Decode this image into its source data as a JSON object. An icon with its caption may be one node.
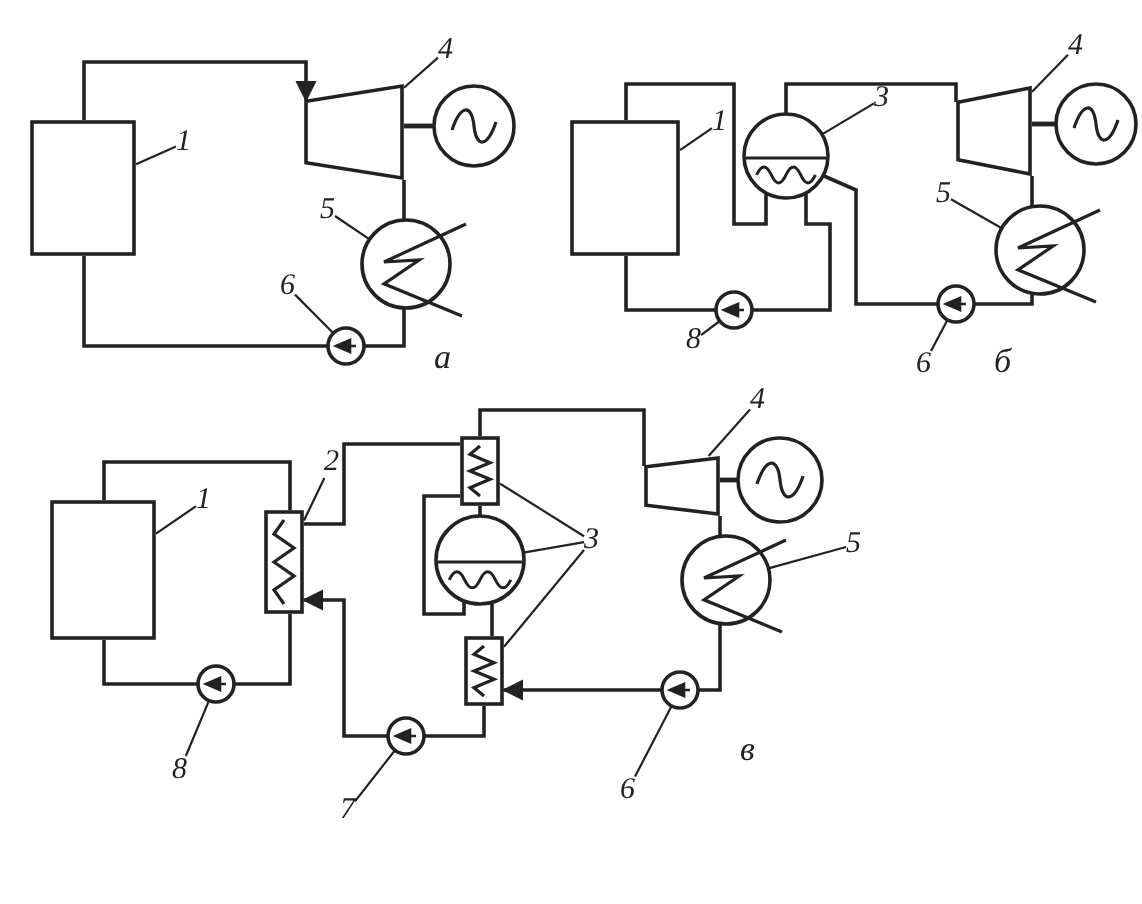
{
  "diagram": {
    "nodes": [
      {
        "text": [
          "1"
        ]
      },
      {
        "text": [],
        "shape": "box"
      },
      {
        "text": [
          "4"
        ]
      },
      {
        "text": [],
        "shape": "trapezoid"
      },
      {
        "text": [
          "5"
        ]
      },
      {
        "text": [],
        "shape": "circle"
      },
      {
        "text": [
          "6"
        ]
      },
      {
        "text": [],
        "shape": "circle"
      },
      {
        "text": [
          "1"
        ]
      },
      {
        "text": [],
        "shape": "box"
      },
      {
        "text": [
          "3"
        ]
      },
      {
        "text": [],
        "shape": "circle"
      },
      {
        "text": [
          "4"
        ]
      },
      {
        "text": [],
        "shape": "trapezoid"
      },
      {
        "text": [
          "5"
        ]
      },
      {
        "text": [],
        "shape": "circle"
      },
      {
        "text": [
          "8"
        ]
      },
      {
        "text": [],
        "shape": "circle"
      },
      {
        "text": [
          "6"
        ]
      },
      {
        "text": [],
        "shape": "circle"
      },
      {
        "text": [
          "1"
        ]
      },
      {
        "text": [],
        "shape": "box"
      },
      {
        "text": [
          "2"
        ]
      },
      {
        "text": [],
        "shape": "box"
      },
      {
        "text": [
          "3"
        ]
      },
      {
        "text": [],
        "shape": "box"
      },
      {
        "text": [],
        "shape": "circle"
      },
      {
        "text": [],
        "shape": "box"
      },
      {
        "text": [
          "4"
        ]
      },
      {
        "text": [],
        "shape": "trapezoid"
      },
      {
        "text": [
          "5"
        ]
      },
      {
        "text": [],
        "shape": "circle"
      },
      {
        "text": [
          "6"
        ]
      },
      {
        "text": [],
        "shape": "circle"
      },
      {
        "text": [
          "7"
        ]
      },
      {
        "text": [],
        "shape": "circle"
      },
      {
        "text": [
          "8"
        ]
      },
      {
        "text": [],
        "shape": "circle"
      },
      {
        "text": [],
        "shape": "circle"
      },
      {
        "text": [],
        "shape": "circle"
      },
      {
        "text": [],
        "shape": "circle"
      }
    ],
    "edges": [
      {
        "from": 0,
        "to": 1,
        "arrow": "none"
      },
      {
        "from": 2,
        "to": 3,
        "arrow": "none"
      },
      {
        "from": 4,
        "to": 5,
        "arrow": "none"
      },
      {
        "from": 6,
        "to": 7,
        "arrow": "none"
      },
      {
        "from": 8,
        "to": 9,
        "arrow": "none"
      },
      {
        "from": 10,
        "to": 11,
        "arrow": "none"
      },
      {
        "from": 12,
        "to": 13,
        "arrow": "none"
      },
      {
        "from": 14,
        "to": 15,
        "arrow": "none"
      },
      {
        "from": 16,
        "to": 17,
        "arrow": "none"
      },
      {
        "from": 18,
        "to": 19,
        "arrow": "none"
      },
      {
        "from": 20,
        "to": 21,
        "arrow": "none"
      },
      {
        "from": 22,
        "to": 23,
        "arrow": "none"
      },
      {
        "from": 24,
        "to": 25,
        "arrow": "none"
      },
      {
        "from": 24,
        "to": 26,
        "arrow": "none"
      },
      {
        "from": 24,
        "to": 27,
        "arrow": "none"
      },
      {
        "from": 28,
        "to": 29,
        "arrow": "none"
      },
      {
        "from": 30,
        "to": 31,
        "arrow": "none"
      },
      {
        "from": 32,
        "to": 33,
        "arrow": "none"
      },
      {
        "from": 34,
        "to": 35,
        "arrow": "none"
      },
      {
        "from": 36,
        "to": 37,
        "arrow": "none"
      },
      {
        "from": 1,
        "to": 3,
        "arrow": "to"
      },
      {
        "from": 3,
        "to": 5,
        "arrow": "none"
      },
      {
        "from": 5,
        "to": 7,
        "arrow": "none"
      },
      {
        "from": 7,
        "to": 1,
        "arrow": "none"
      },
      {
        "from": 3,
        "to": 38,
        "arrow": "none"
      },
      {
        "from": 9,
        "to": 11,
        "arrow": "none"
      },
      {
        "from": 11,
        "to": 17,
        "arrow": "none"
      },
      {
        "from": 17,
        "to": 9,
        "arrow": "none"
      },
      {
        "from": 11,
        "to": 13,
        "arrow": "none"
      },
      {
        "from": 13,
        "to": 15,
        "arrow": "none"
      },
      {
        "from": 15,
        "to": 19,
        "arrow": "none"
      },
      {
        "from": 19,
        "to": 11,
        "arrow": "none"
      },
      {
        "from": 13,
        "to": 39,
        "arrow": "none"
      },
      {
        "from": 21,
        "to": 23,
        "arrow": "none"
      },
      {
        "from": 23,
        "to": 37,
        "arrow": "none"
      },
      {
        "from": 37,
        "to": 21,
        "arrow": "none"
      },
      {
        "from": 35,
        "to": 23,
        "arrow": "to"
      },
      {
        "from": 23,
        "to": 25,
        "arrow": "none"
      },
      {
        "from": 25,
        "to": 29,
        "arrow": "none"
      },
      {
        "from": 29,
        "to": 31,
        "arrow": "none"
      },
      {
        "from": 31,
        "to": 33,
        "arrow": "none"
      },
      {
        "from": 33,
        "to": 27,
        "arrow": "to"
      },
      {
        "from": 27,
        "to": 35,
        "arrow": "none"
      },
      {
        "from": 25,
        "to": 26,
        "arrow": "none"
      },
      {
        "from": 25,
        "to": 26,
        "arrow": "none"
      },
      {
        "from": 26,
        "to": 27,
        "arrow": "none"
      },
      {
        "from": 29,
        "to": 40,
        "arrow": "none"
      }
    ],
    "labels": [
      "а",
      "б",
      "в"
    ]
  }
}
